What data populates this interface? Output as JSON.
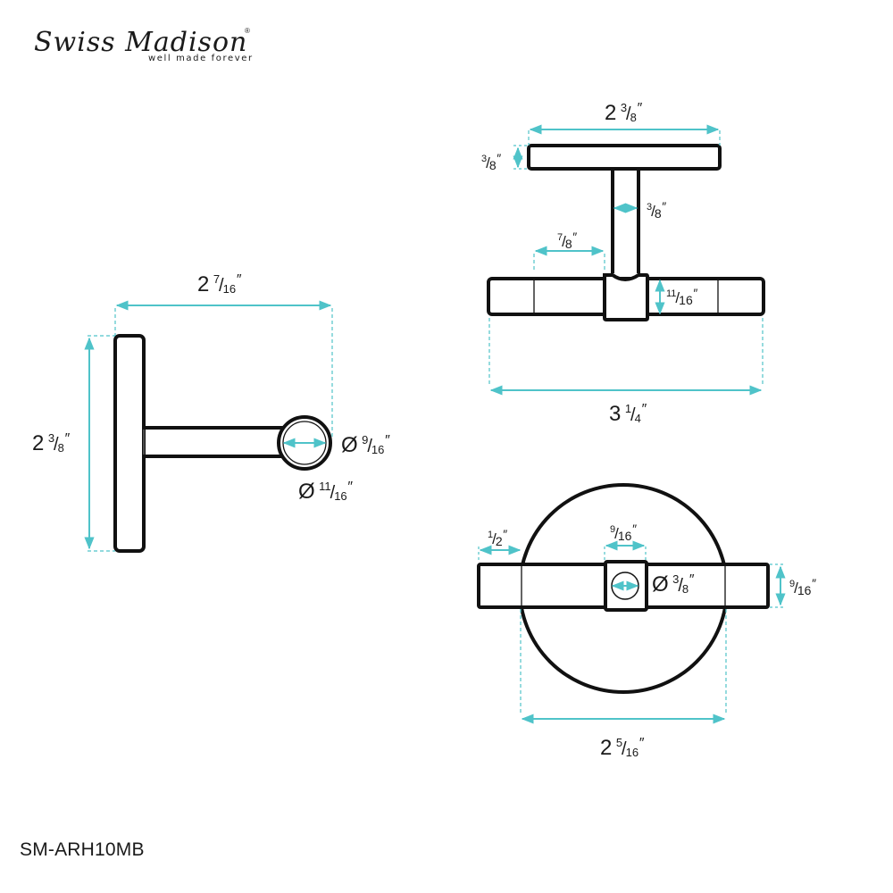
{
  "brand": {
    "name": "Swiss Madison",
    "registered": "®",
    "tagline": "well made forever"
  },
  "model_number": "SM-ARH10MB",
  "colors": {
    "outline": "#111111",
    "dimension": "#4fc3c9",
    "text": "#1a1a1a",
    "background": "#ffffff"
  },
  "views": {
    "side": {
      "overall_width": {
        "whole": "2",
        "num": "7",
        "den": "16",
        "unit": "″"
      },
      "height": {
        "whole": "2",
        "num": "3",
        "den": "8",
        "unit": "″"
      },
      "inner_diameter": {
        "sym": "Ø",
        "num": "9",
        "den": "16",
        "unit": "″"
      },
      "outer_diameter": {
        "sym": "Ø",
        "num": "11",
        "den": "16",
        "unit": "″"
      }
    },
    "top": {
      "top_bar_width": {
        "whole": "2",
        "num": "3",
        "den": "8",
        "unit": "″"
      },
      "top_bar_thickness": {
        "num": "3",
        "den": "8",
        "unit": "″"
      },
      "stem_width": {
        "num": "3",
        "den": "8",
        "unit": "″"
      },
      "bar_segment": {
        "num": "7",
        "den": "8",
        "unit": "″"
      },
      "bar_height": {
        "num": "11",
        "den": "16",
        "unit": "″"
      },
      "overall_length": {
        "whole": "3",
        "num": "1",
        "den": "4",
        "unit": "″"
      }
    },
    "front": {
      "end_segment": {
        "num": "1",
        "den": "2",
        "unit": "″"
      },
      "hub_width": {
        "num": "9",
        "den": "16",
        "unit": "″"
      },
      "hole_diameter": {
        "sym": "Ø",
        "num": "3",
        "den": "8",
        "unit": "″"
      },
      "bar_height": {
        "num": "9",
        "den": "16",
        "unit": "″"
      },
      "plate_diameter": {
        "whole": "2",
        "num": "5",
        "den": "16",
        "unit": "″"
      }
    }
  }
}
